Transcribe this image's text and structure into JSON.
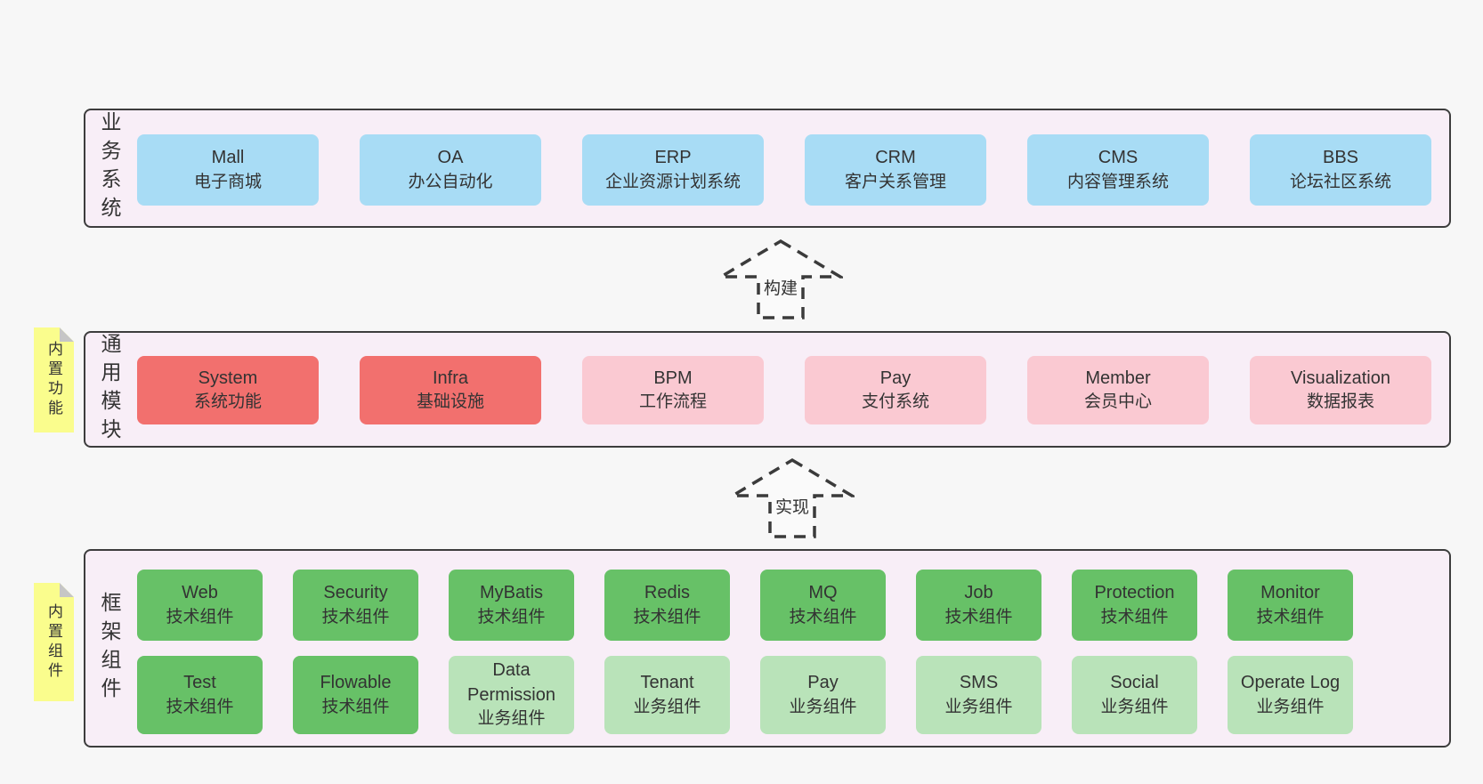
{
  "colors": {
    "page_bg": "#f7f7f7",
    "container_bg": "#f8eef7",
    "container_border": "#3d3d3d",
    "blue_box": "#a8dcf5",
    "red_box": "#f2706e",
    "pink_box": "#fac9d2",
    "green_box": "#67c167",
    "light_green_box": "#b9e3b9",
    "sticky_note": "#fafd8d",
    "text": "#333333"
  },
  "layers": [
    {
      "label": "业务系统",
      "boxes": [
        {
          "name": "Mall",
          "desc": "电子商城"
        },
        {
          "name": "OA",
          "desc": "办公自动化"
        },
        {
          "name": "ERP",
          "desc": "企业资源计划系统"
        },
        {
          "name": "CRM",
          "desc": "客户关系管理"
        },
        {
          "name": "CMS",
          "desc": "内容管理系统"
        },
        {
          "name": "BBS",
          "desc": "论坛社区系统"
        }
      ]
    },
    {
      "label": "通用模块",
      "note": "内置功能",
      "boxes": [
        {
          "name": "System",
          "desc": "系统功能"
        },
        {
          "name": "Infra",
          "desc": "基础设施"
        },
        {
          "name": "BPM",
          "desc": "工作流程"
        },
        {
          "name": "Pay",
          "desc": "支付系统"
        },
        {
          "name": "Member",
          "desc": "会员中心"
        },
        {
          "name": "Visualization",
          "desc": "数据报表"
        }
      ]
    },
    {
      "label": "框架组件",
      "note": "内置组件",
      "rows": [
        [
          {
            "name": "Web",
            "desc": "技术组件"
          },
          {
            "name": "Security",
            "desc": "技术组件"
          },
          {
            "name": "MyBatis",
            "desc": "技术组件"
          },
          {
            "name": "Redis",
            "desc": "技术组件"
          },
          {
            "name": "MQ",
            "desc": "技术组件"
          },
          {
            "name": "Job",
            "desc": "技术组件"
          },
          {
            "name": "Protection",
            "desc": "技术组件"
          },
          {
            "name": "Monitor",
            "desc": "技术组件"
          }
        ],
        [
          {
            "name": "Test",
            "desc": "技术组件"
          },
          {
            "name": "Flowable",
            "desc": "技术组件"
          },
          {
            "name": "Data Permission",
            "desc": "业务组件"
          },
          {
            "name": "Tenant",
            "desc": "业务组件"
          },
          {
            "name": "Pay",
            "desc": "业务组件"
          },
          {
            "name": "SMS",
            "desc": "业务组件"
          },
          {
            "name": "Social",
            "desc": "业务组件"
          },
          {
            "name": "Operate Log",
            "desc": "业务组件"
          }
        ]
      ]
    }
  ],
  "arrows": [
    {
      "label": "构建"
    },
    {
      "label": "实现"
    }
  ]
}
